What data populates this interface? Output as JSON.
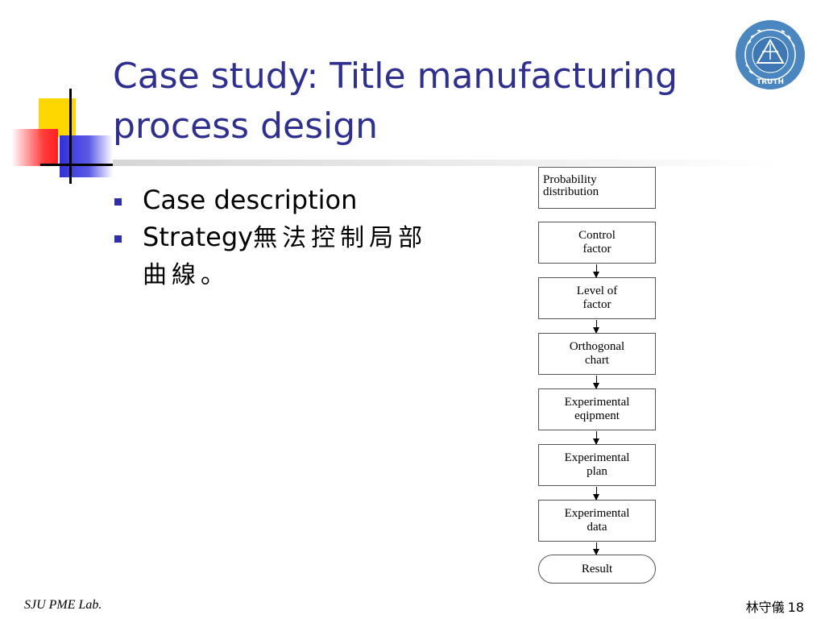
{
  "slide": {
    "title_line1": "Case study: Title manufacturing",
    "title_line2": "process design",
    "bullets": [
      {
        "text": "Case description"
      },
      {
        "text": "Strategy",
        "cjk": "無法控制局部曲線。"
      }
    ],
    "colors": {
      "title": "#2f2f8f",
      "bullet": "#2f2fa8",
      "accent_yellow": "#ffd700",
      "accent_red": "#ff2020",
      "accent_blue": "#3232d6"
    },
    "logo": {
      "icon": "university-seal-icon",
      "text": "TRUTH"
    }
  },
  "flowchart": {
    "nodes": [
      {
        "line1": "Probability",
        "line2": "distribution"
      },
      {
        "line1": "Control",
        "line2": "factor"
      },
      {
        "line1": "Level of",
        "line2": "factor"
      },
      {
        "line1": "Orthogonal",
        "line2": "chart"
      },
      {
        "line1": "Experimental",
        "line2": "eqipment"
      },
      {
        "line1": "Experimental",
        "line2": "plan"
      },
      {
        "line1": "Experimental",
        "line2": "data"
      },
      {
        "line1": "Result",
        "line2": ""
      }
    ]
  },
  "footer": {
    "lab": "SJU PME Lab.",
    "author": "林守儀",
    "page": "18"
  }
}
